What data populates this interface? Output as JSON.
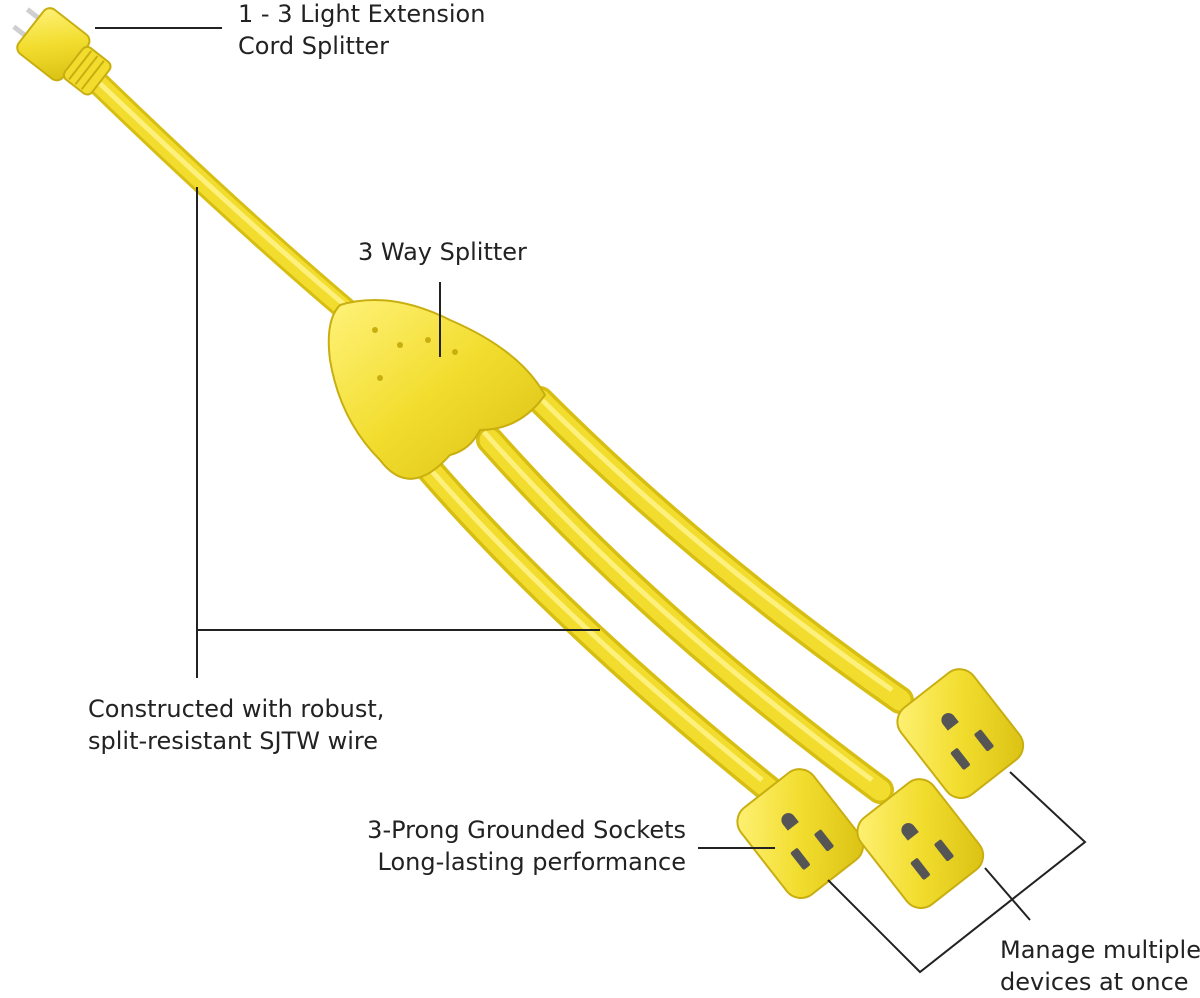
{
  "colors": {
    "cord": "#f2dd2e",
    "cord_shadow": "#d7be12",
    "cord_highlight": "#fff590",
    "leader_line": "#222222",
    "text": "#222222",
    "background": "#ffffff"
  },
  "callouts": {
    "plug": {
      "line1": "1 - 3 Light Extension",
      "line2": "Cord Splitter"
    },
    "splitter": {
      "line1": "3 Way Splitter"
    },
    "wire": {
      "line1": "Constructed with robust,",
      "line2": "split-resistant SJTW wire"
    },
    "sockets": {
      "line1": "3-Prong Grounded Sockets",
      "line2": "Long-lasting performance"
    },
    "devices": {
      "line1": "Manage multiple",
      "line2": "devices at once"
    }
  }
}
